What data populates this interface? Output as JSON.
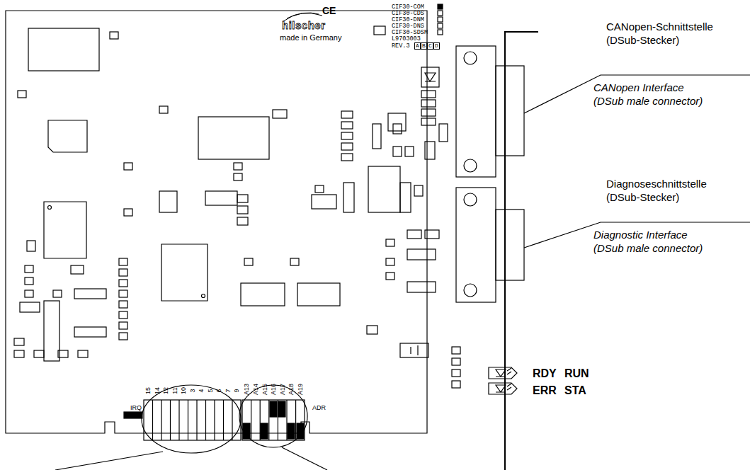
{
  "diagram": {
    "labels": [
      "CE",
      "hilscher",
      "made in Germany",
      "CIF30-COM",
      "CIF30-CDS",
      "CIF30-DNM",
      "CIF30-DNS",
      "CIF30-SDSM",
      "L9703003",
      "REV.3",
      "A",
      "B",
      "C",
      "D",
      "15",
      "14",
      "12",
      "11",
      "10",
      "3",
      "4",
      "5",
      "6",
      "7",
      "9",
      "IRQ",
      "A13",
      "A14",
      "A15",
      "A16",
      "A17",
      "A18",
      "A19",
      "ADR",
      "CANopen-Schnittstelle",
      "(DSub-Stecker)",
      "CANopen Interface",
      "(DSub male connector)",
      "Diagnoseschnittstelle",
      "(DSub-Stecker)",
      "Diagnostic Interface",
      "(DSub male connector)",
      "RDY",
      "RUN",
      "ERR",
      "STA"
    ]
  }
}
